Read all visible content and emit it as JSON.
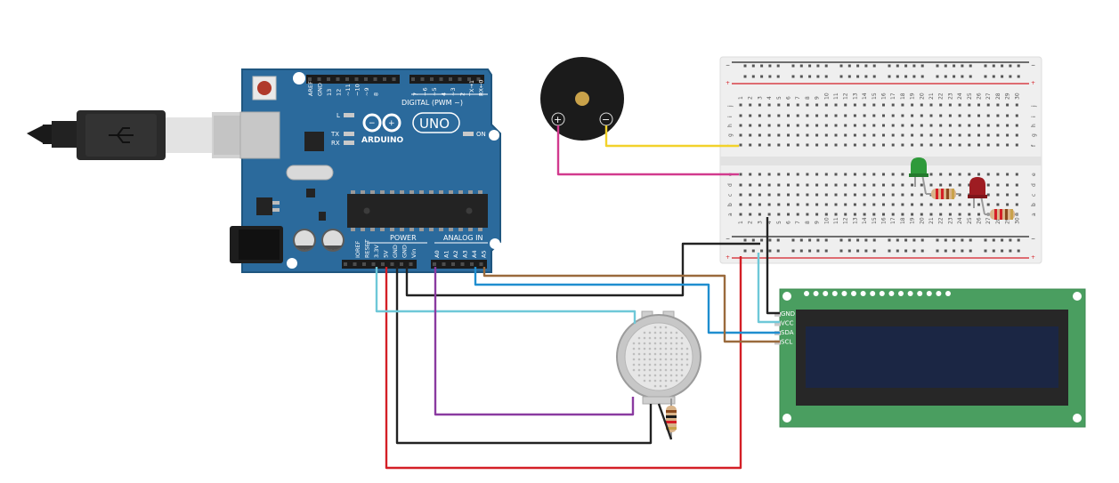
{
  "arduino": {
    "brand": "ARDUINO",
    "model": "UNO",
    "digital_label": "DIGITAL (PWM ~)",
    "power_label": "POWER",
    "analog_label": "ANALOG IN",
    "on_label": "ON",
    "l_label": "L",
    "tx_label": "TX",
    "rx_label": "RX",
    "digital_pins": [
      "AREF",
      "GND",
      "13",
      "12",
      "~11",
      "~10",
      "~9",
      "8",
      "7",
      "~6",
      "~5",
      "4",
      "~3",
      "2",
      "TX→1",
      "RX←0"
    ],
    "power_pins": [
      "IOREF",
      "RESET",
      "3.3V",
      "5V",
      "GND",
      "GND",
      "Vin"
    ],
    "analog_pins": [
      "A0",
      "A1",
      "A2",
      "A3",
      "A4",
      "A5"
    ]
  },
  "lcd": {
    "pins": [
      "GND",
      "VCC",
      "SDA",
      "SCL"
    ]
  },
  "breadboard": {
    "rail_minus": "−",
    "rail_plus": "+",
    "rows_top": [
      "j",
      "i",
      "h",
      "g",
      "f"
    ],
    "rows_bottom": [
      "e",
      "d",
      "c",
      "b",
      "a"
    ],
    "columns": [
      "1",
      "2",
      "3",
      "4",
      "5",
      "6",
      "7",
      "8",
      "9",
      "10",
      "11",
      "12",
      "13",
      "14",
      "15",
      "16",
      "17",
      "18",
      "19",
      "20",
      "21",
      "22",
      "23",
      "24",
      "25",
      "26",
      "27",
      "28",
      "29",
      "30"
    ]
  },
  "buzzer": {
    "plus": "+",
    "minus": "−"
  },
  "colors": {
    "arduino_board": "#2b6a9c",
    "lcd_board": "#4a9e60",
    "lcd_screen": "#1b2644",
    "wire_red": "#d41f26",
    "wire_black": "#222222",
    "wire_cyan": "#6ec8d8",
    "wire_blue": "#1f8ecf",
    "wire_brown": "#9a6a3c",
    "wire_purple": "#8a3aa0",
    "wire_yellow": "#f2d22a",
    "wire_pink": "#d23a8e",
    "led_green": "#2e9a3a",
    "led_red": "#9e1c22"
  }
}
